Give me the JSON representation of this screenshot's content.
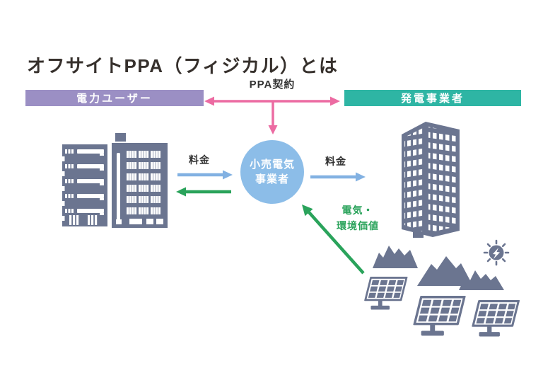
{
  "title": "オフサイトPPA（フィジカル）とは",
  "banner_left": {
    "label": "電力ユーザー"
  },
  "banner_right": {
    "label": "発電事業者"
  },
  "contract": {
    "label": "PPA契約"
  },
  "center_circle": {
    "line1": "小売電気",
    "line2": "事業者"
  },
  "fee_left": {
    "label": "料金"
  },
  "fee_right": {
    "label": "料金"
  },
  "supply": {
    "line1": "電気・",
    "line2": "環境価値"
  },
  "colors": {
    "title_text": "#36302c",
    "label_text": "#333333",
    "banner_left_bg": "#9b8fc4",
    "banner_right_bg": "#2eb5a4",
    "circle_bg": "#8cbde8",
    "arrow_pink": "#ec6ba2",
    "arrow_blue": "#82b1e2",
    "arrow_green": "#2aa35b",
    "illustration": "#6b7590"
  },
  "icons": {
    "user_buildings": "city-buildings-icon",
    "producer_tower": "office-tower-icon",
    "mountains": "mountains-icon",
    "sun": "sun-energy-icon",
    "solar_panel": "solar-panel-icon"
  }
}
